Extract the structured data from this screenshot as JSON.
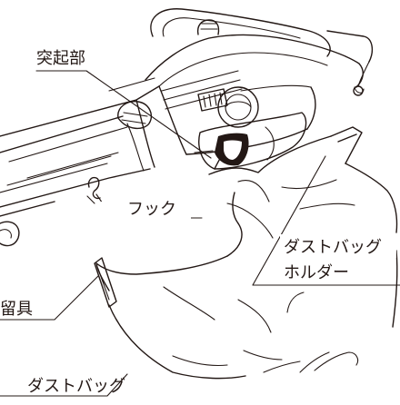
{
  "labels": {
    "protrusion": "突起部",
    "hook": "フック",
    "dust_bag_holder_line1": "ダストバッグ",
    "dust_bag_holder_line2": "ホルダー",
    "clip": "留具",
    "dust_bag": "ダストバッグ"
  },
  "colors": {
    "ink": "#231815",
    "background": "#ffffff"
  }
}
